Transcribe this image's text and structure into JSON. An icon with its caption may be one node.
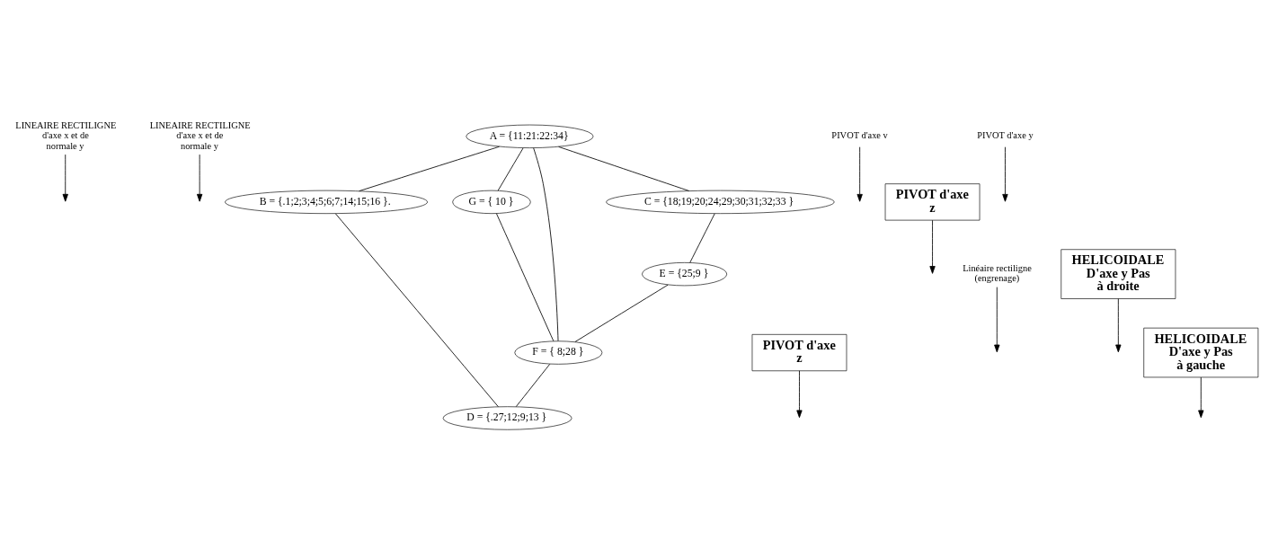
{
  "diagram": {
    "nodes": [
      {
        "text": [
          "LINEAIRE RECTILIGNE d'axe x et de normale y"
        ]
      },
      {
        "text": [
          "LINEAIRE RECTILIGNE d'axe x et de normale y"
        ]
      },
      {
        "text": [
          "A = {11:21:22:34}"
        ]
      },
      {
        "text": [
          "C = {18;19;20;24;29;30;31;32;33 }"
        ]
      },
      {
        "text": [
          "B = {.1;2;3;4;5;6;7;14;15;16 }."
        ]
      },
      {
        "text": [
          "PIVOT d'axe v"
        ]
      },
      {
        "text": [
          "PIVOT d'axe z"
        ]
      },
      {
        "text": [
          "G = { 10 }"
        ]
      },
      {
        "text": [
          "PIVOT d'axe y"
        ]
      },
      {
        "text": [
          "PIVOT d'axe z"
        ]
      },
      {
        "text": [
          "E = {25;9 }"
        ]
      },
      {
        "text": [
          "Linéaire rectiligne (engrenage)"
        ]
      },
      {
        "text": [
          "D = {.27;12;9;13 }"
        ]
      },
      {
        "text": [
          "F = { 8;28 }"
        ]
      },
      {
        "text": [
          "HELICOIDALE D'axe y Pas à droite"
        ]
      },
      {
        "text": [
          "HELICOIDALE D'axe y Pas à gauche"
        ]
      }
    ],
    "edges": [
      {
        "from": 2,
        "to": 3,
        "arrow": "none"
      },
      {
        "from": 2,
        "to": 4,
        "arrow": "none"
      },
      {
        "from": 2,
        "to": 7,
        "arrow": "none"
      },
      {
        "from": 2,
        "to": 13,
        "arrow": "none"
      },
      {
        "from": 3,
        "to": 10,
        "arrow": "none"
      },
      {
        "from": 4,
        "to": 12,
        "arrow": "none"
      },
      {
        "from": 7,
        "to": 13,
        "arrow": "none"
      },
      {
        "from": 10,
        "to": 13,
        "arrow": "none"
      },
      {
        "from": 13,
        "to": 12,
        "arrow": "none"
      },
      {
        "from": 0,
        "to": null,
        "arrow": "to"
      },
      {
        "from": 1,
        "to": null,
        "arrow": "to"
      },
      {
        "from": 5,
        "to": null,
        "arrow": "to"
      },
      {
        "from": 6,
        "to": null,
        "arrow": "to"
      },
      {
        "from": 8,
        "to": null,
        "arrow": "to"
      },
      {
        "from": 9,
        "to": null,
        "arrow": "to"
      },
      {
        "from": 11,
        "to": null,
        "arrow": "to"
      },
      {
        "from": 14,
        "to": null,
        "arrow": "to"
      },
      {
        "from": 15,
        "to": null,
        "arrow": "to"
      }
    ]
  }
}
